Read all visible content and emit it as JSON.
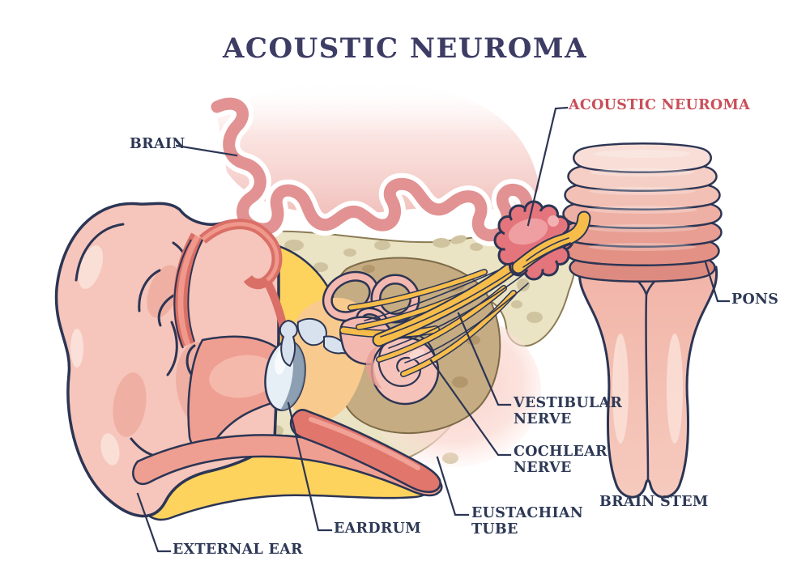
{
  "title": "ACOUSTIC NEUROMA",
  "labels": {
    "brain": "BRAIN",
    "acoustic_neuroma": "ACOUSTIC NEUROMA",
    "pons": "PONS",
    "vestibular_nerve": "VESTIBULAR NERVE",
    "cochlear_nerve": "COCHLEAR NERVE",
    "eustachian_tube": "EUSTACHIAN TUBE",
    "brain_stem": "BRAIN STEM",
    "eardrum": "EARDRUM",
    "external_ear": "EXTERNAL EAR"
  },
  "colors": {
    "title_text": "#3c3c64",
    "label_text": "#2e3956",
    "highlight_label_text": "#c94f58",
    "leader_line": "#2c3554",
    "bg": "#ffffff",
    "outline_navy": "#2c3554",
    "ear_pink": "#f6c5bb",
    "canal_salmon": "#ef9f92",
    "red_layer": "#d96f66",
    "fat_yellow": "#fdd35e",
    "bone_beige": "#eae3c4",
    "bone_spot": "#cfc49f",
    "petrous_tan": "#c6ac83",
    "cavity_peach": "#f9ca8e",
    "eardrum_blue": "#e6eef6",
    "ossicle_blue": "#d7e2ee",
    "nerve_yellow": "#f7bd4a",
    "tumor_pink": "#e4757c",
    "pons_pink": "#eeb0a4",
    "brainstem_pink": "#f5c4b8",
    "brain_squiggle": "#e29292"
  }
}
